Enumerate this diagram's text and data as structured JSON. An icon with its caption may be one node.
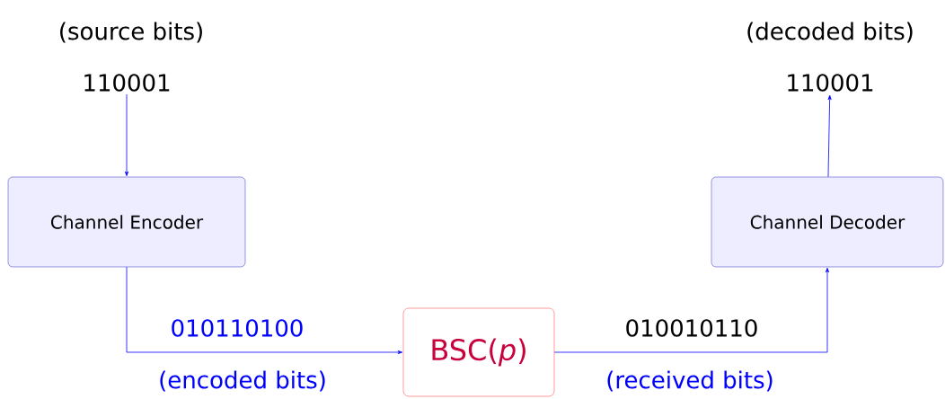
{
  "diagram": {
    "nodes": [
      {
        "text": [
          "110001"
        ],
        "beside": [
          "(source bits)"
        ]
      },
      {
        "text": [
          "Channel Encoder"
        ]
      },
      {
        "text": [
          "BSC(*p*)"
        ]
      },
      {
        "text": [
          "Channel Decoder"
        ]
      },
      {
        "text": [
          "110001"
        ],
        "beside": [
          "(decoded bits)"
        ]
      }
    ],
    "edges": [
      {
        "from": 0,
        "to": 1,
        "arrow": "to"
      },
      {
        "from": 1,
        "to": 2,
        "arrow": "to",
        "label": "010110100"
      },
      {
        "from": 2,
        "to": 3,
        "arrow": "to",
        "label": "010010110"
      },
      {
        "from": 3,
        "to": 4,
        "arrow": "to"
      }
    ],
    "labels": [
      "(encoded bits)",
      "(received bits)"
    ]
  }
}
